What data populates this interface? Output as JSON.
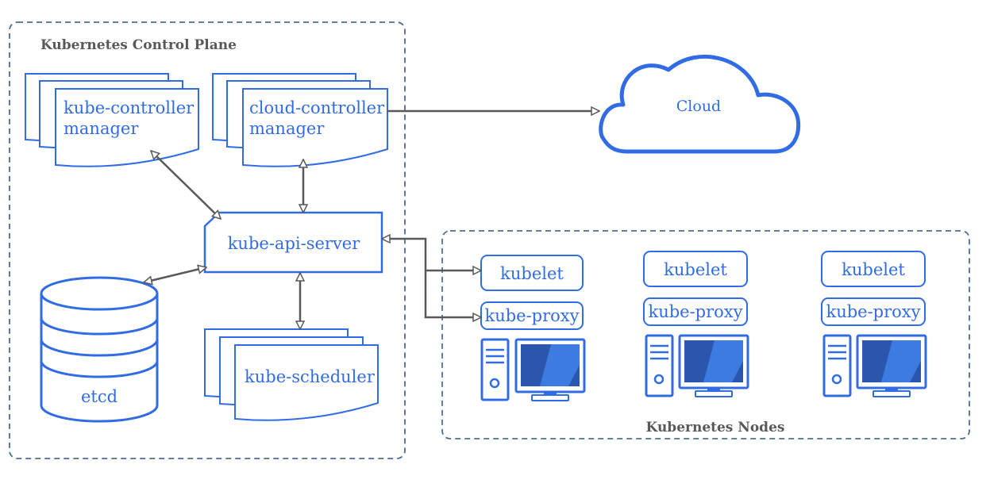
{
  "control_plane": {
    "title": "Kubernetes Control Plane",
    "kube_controller_manager": [
      "kube-controller",
      "manager"
    ],
    "cloud_controller_manager": [
      "cloud-controller",
      "manager"
    ],
    "kube_api_server": "kube-api-server",
    "etcd": "etcd",
    "kube_scheduler": "kube-scheduler"
  },
  "cloud": {
    "label": "Cloud"
  },
  "nodes": {
    "title": "Kubernetes Nodes",
    "items": [
      {
        "kubelet": "kubelet",
        "kube_proxy": "kube-proxy"
      },
      {
        "kubelet": "kubelet",
        "kube_proxy": "kube-proxy"
      },
      {
        "kubelet": "kubelet",
        "kube_proxy": "kube-proxy"
      }
    ]
  },
  "colors": {
    "accent": "#326ce5",
    "dashed_border": "#4a6f95",
    "arrow": "#595959",
    "group_title": "#595959",
    "screen": "#2a56ae"
  }
}
